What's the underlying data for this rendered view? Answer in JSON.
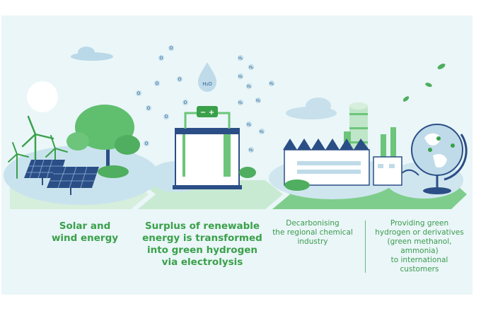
{
  "captions": {
    "solar_wind": [
      "Solar and",
      "wind energy"
    ],
    "electrolysis": [
      "Surplus of renewable",
      "energy is transformed",
      "into green hydrogen",
      "via electrolysis"
    ],
    "decarbonising": [
      "Decarbonising",
      "the regional chemical",
      "industry"
    ],
    "providing": [
      "Providing green",
      "hydrogen or derivatives",
      "(green methanol,",
      "ammonia)",
      "to international",
      "customers"
    ]
  },
  "labels": {
    "water_drop": "H₂O",
    "oxygen": "O",
    "hydrogen": "H₂",
    "battery_sign": "− +"
  },
  "colors": {
    "background": "#eaf6f8",
    "green_dark": "#3aa04a",
    "green_mid": "#6cc57a",
    "green_light": "#bfe6c9",
    "navy": "#2b4e86",
    "blue_light": "#bfdbe9"
  }
}
